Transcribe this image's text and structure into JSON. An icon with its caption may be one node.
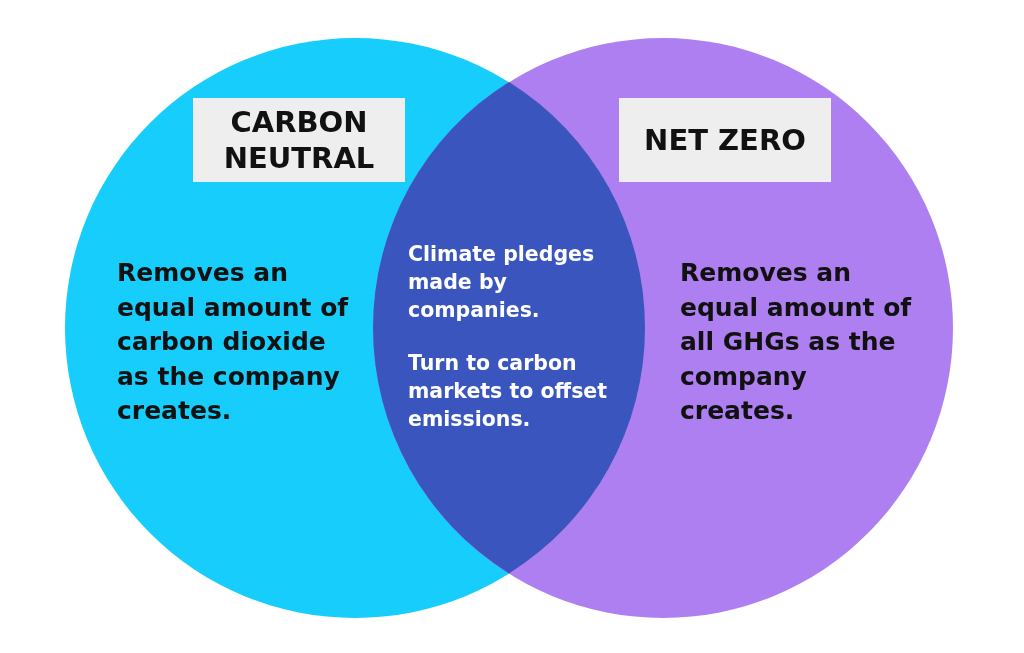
{
  "diagram": {
    "nodes": [
      {
        "text": [
          "Removes an equal amount of carbon dioxide as the company creates."
        ]
      },
      {
        "text": [
          "CARBON NEUTRAL"
        ],
        "in": 0
      },
      {
        "text": [
          "Removes an equal amount of all GHGs as the company creates."
        ]
      },
      {
        "text": [
          "NET ZERO"
        ],
        "in": 2
      },
      {
        "text": [
          "Climate pledges made by companies.",
          "Turn to carbon markets to offset emissions."
        ]
      }
    ]
  }
}
